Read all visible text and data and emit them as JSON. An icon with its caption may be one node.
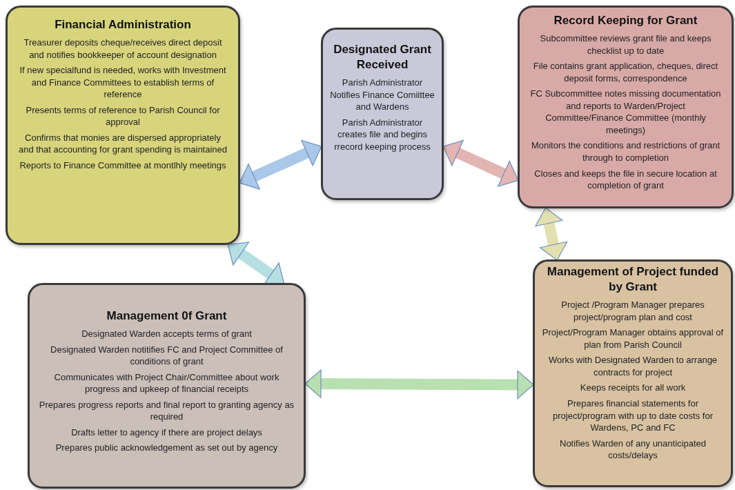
{
  "diagram": {
    "nodes": [
      {
        "text": [
          "Financial Administration",
          "Treasurer deposits cheque/receives direct deposit and notifies bookkeeper of account designation",
          "If new specialfund is needed, works with Investment and Finance Committees to establish terms of reference",
          "Presents terms of reference to Parish Council for approval",
          "Confirms that monies are dispersed appropriately and that accounting for grant spending is maintained",
          "Reports to Finance Committee at montlhly meetings"
        ]
      },
      {
        "text": [
          "Designated Grant Received",
          "Parish Administrator Notifies Finance Comiittee and Wardens",
          "Parish Administrator creates file and begins rrecord keeping process"
        ]
      },
      {
        "text": [
          "Record Keeping for Grant",
          "Subcommittee reviews grant file and keeps checklist up to date",
          "File contains grant application, cheques, direct deposit forms, correspondence",
          "FC Subcommittee notes missing documentation and reports to Warden/Project Committee/Finance Committee (monthly meetings)",
          "Monitors the conditions and restrictions of grant through to completion",
          "Closes and keeps the file in secure location at completion of grant"
        ]
      },
      {
        "text": [
          "Management 0f Grant",
          "Designated Warden accepts terms of grant",
          "Designated Warden notitifies FC and Project Committee of conditions of grant",
          "Communicates with Project Chair/Committee about work progress and upkeep of financial receipts",
          "Prepares progress reports and final report to granting agency as required",
          "Drafts letter to agency if there are project delays",
          "Prepares public acknowledgement as set out by agency"
        ]
      },
      {
        "text": [
          "Management of Project funded by Grant",
          "Project /Program Manager prepares project/program plan and cost",
          "Project/Program Manager obtains approval of plan from Parish Council",
          "Works with Designated Warden to arrange contracts for project",
          "Keeps receipts for all work",
          "Prepares financial statements for project/program with up to date costs for Wardens, PC and FC",
          "Notifies Warden of any unanticipated costs/delays"
        ]
      }
    ],
    "edges": [
      {
        "from": 0,
        "to": 1,
        "arrow": "both",
        "color": "#a9c8ea"
      },
      {
        "from": 1,
        "to": 2,
        "arrow": "both",
        "color": "#e3b5b2"
      },
      {
        "from": 0,
        "to": 3,
        "arrow": "both",
        "color": "#b5dfe0"
      },
      {
        "from": 3,
        "to": 4,
        "arrow": "both",
        "color": "#b8e0b0"
      },
      {
        "from": 2,
        "to": 4,
        "arrow": "both",
        "color": "#e3e0b0"
      }
    ]
  }
}
